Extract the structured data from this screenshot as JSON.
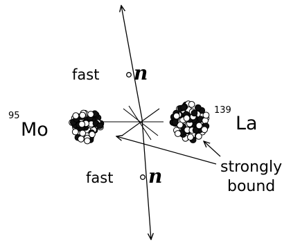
{
  "neutron_top": {
    "label": "fast",
    "symbol": "n"
  },
  "neutron_bottom": {
    "label": "fast",
    "symbol": "n"
  },
  "fragment_left": {
    "mass_number": "95",
    "element": "Mo"
  },
  "fragment_right": {
    "mass_number": "139",
    "element": "La"
  },
  "annotation": {
    "line1": "strongly",
    "line2": "bound"
  }
}
